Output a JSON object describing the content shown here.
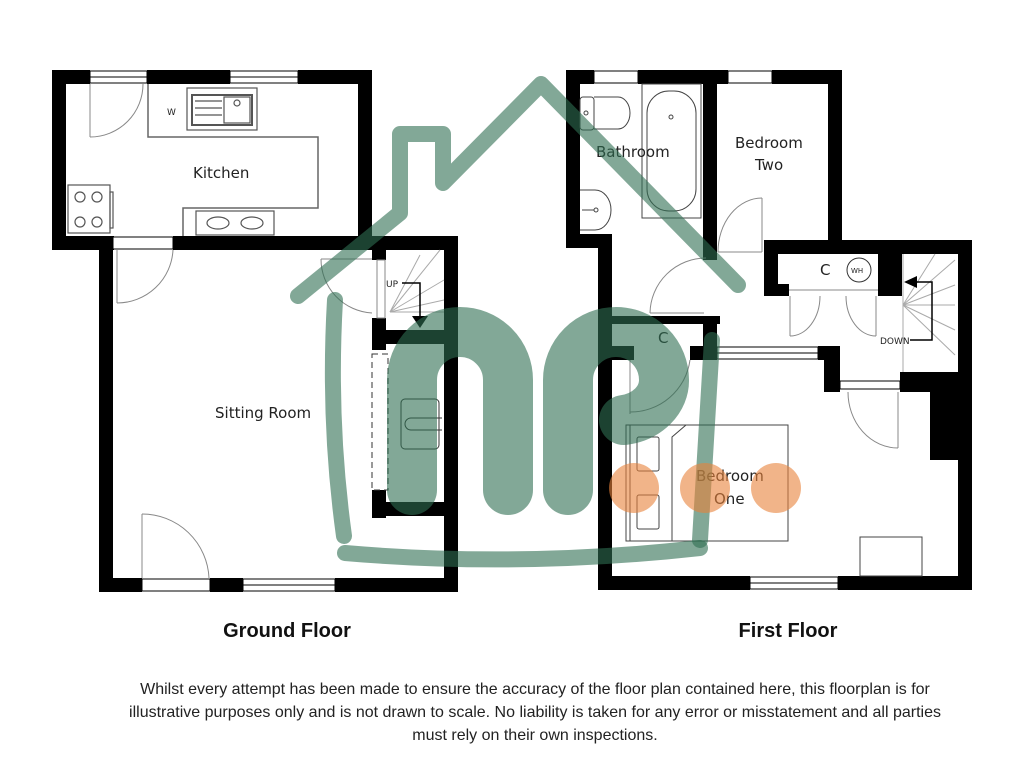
{
  "floors": {
    "ground": {
      "title": "Ground Floor",
      "rooms": {
        "kitchen": "Kitchen",
        "sitting_room": "Sitting Room"
      },
      "annotations": {
        "washer": "W",
        "stairs": "UP"
      }
    },
    "first": {
      "title": "First Floor",
      "rooms": {
        "bathroom": "Bathroom",
        "bedroom_two_line1": "Bedroom",
        "bedroom_two_line2": "Two",
        "bedroom_one_line1": "Bedroom",
        "bedroom_one_line2": "One"
      },
      "annotations": {
        "cupboard_1": "C",
        "cupboard_2": "C",
        "water_heater": "WH",
        "stairs": "DOWN"
      }
    }
  },
  "disclaimer": "Whilst every attempt has been made to ensure the accuracy of the floor plan contained here, this floorplan is for illustrative purposes only and is not drawn to scale. No liability is taken for any error or misstatement and all parties must rely on their own inspections.",
  "watermark": {
    "logo": "house-logo",
    "logo_color": "#2f6e52",
    "accent_color": "#e8823a"
  },
  "colors": {
    "wall": "#000000",
    "fixture_line": "#555555",
    "door_arc": "#888888"
  }
}
